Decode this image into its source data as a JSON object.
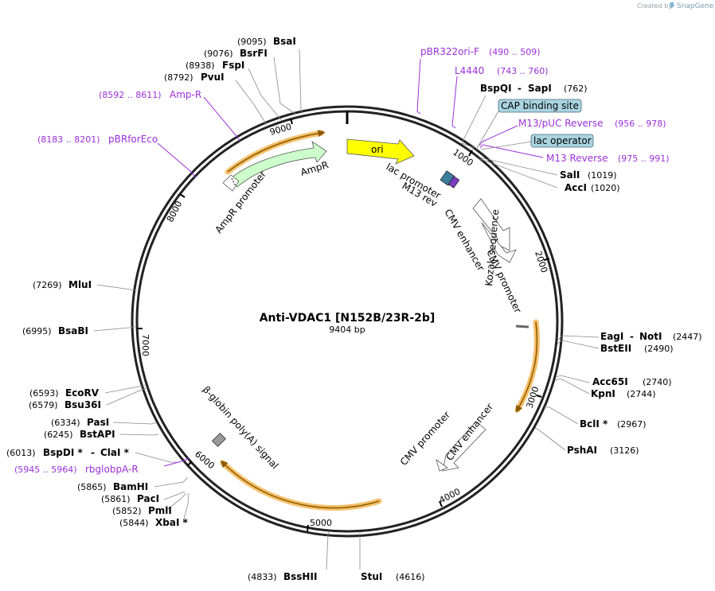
{
  "credit": {
    "prefix": "Created by",
    "brand": "SnapGene"
  },
  "plasmid": {
    "name": "Anti-VDAC1  [N152B/23R-2b]",
    "size": "9404 bp"
  },
  "ticks": [
    "1000",
    "2000",
    "3000",
    "4000",
    "5000",
    "6000",
    "7000",
    "8000",
    "9000"
  ],
  "sites": [
    {
      "name": "BsaI",
      "pos": "(9095)"
    },
    {
      "name": "BsrFI",
      "pos": "(9076)"
    },
    {
      "name": "FspI",
      "pos": "(8938)"
    },
    {
      "name": "PvuI",
      "pos": "(8792)"
    },
    {
      "name": "BspQI",
      "name2": "SapI",
      "pos": "(762)"
    },
    {
      "name": "SalI",
      "pos": "(1019)"
    },
    {
      "name": "AccI",
      "pos": "(1020)"
    },
    {
      "name": "EagI",
      "name2": "NotI",
      "pos": "(2447)"
    },
    {
      "name": "BstEII",
      "pos": "(2490)"
    },
    {
      "name": "Acc65I",
      "pos": "(2740)"
    },
    {
      "name": "KpnI",
      "pos": "(2744)"
    },
    {
      "name": "BclI *",
      "pos": "(2967)"
    },
    {
      "name": "PshAI",
      "pos": "(3126)"
    },
    {
      "name": "StuI",
      "pos": "(4616)"
    },
    {
      "name": "BssHII",
      "pos": "(4833)"
    },
    {
      "name": "XbaI *",
      "pos": "(5844)"
    },
    {
      "name": "PmlI",
      "pos": "(5852)"
    },
    {
      "name": "PacI",
      "pos": "(5861)"
    },
    {
      "name": "BamHI",
      "pos": "(5865)"
    },
    {
      "name": "BspDI *",
      "name2": "ClaI *",
      "pos": "(6013)"
    },
    {
      "name": "BstAPI",
      "pos": "(6245)"
    },
    {
      "name": "PasI",
      "pos": "(6334)"
    },
    {
      "name": "Bsu36I",
      "pos": "(6579)"
    },
    {
      "name": "EcoRV",
      "pos": "(6593)"
    },
    {
      "name": "BsaBI",
      "pos": "(6995)"
    },
    {
      "name": "MluI",
      "pos": "(7269)"
    }
  ],
  "primers": [
    {
      "name": "pBR322ori-F",
      "pos": "(490 .. 509)"
    },
    {
      "name": "L4440",
      "pos": "(743 .. 760)"
    },
    {
      "name": "M13/pUC Reverse",
      "pos": "(956 .. 978)"
    },
    {
      "name": "M13 Reverse",
      "pos": "(975 .. 991)"
    },
    {
      "name": "Amp-R",
      "pos": "(8592 .. 8611)"
    },
    {
      "name": "pBRforEco",
      "pos": "(8183 .. 8201)"
    },
    {
      "name": "rbglobpA-R",
      "pos": "(5945 .. 5964)"
    }
  ],
  "boxed": [
    "CAP binding site",
    "lac operator"
  ],
  "features": {
    "ori": "ori",
    "ampr": "AmpR",
    "ampr_promoter": "AmpR promoter",
    "lac_promoter": "lac promoter",
    "m13_rev": "M13 rev",
    "cmv_enhancer_1": "CMV enhancer",
    "cmv_promoter_1": "CMV promoter",
    "kozak": "Kozak sequence",
    "cmv_enhancer_2": "CMV enhancer",
    "cmv_promoter_2": "CMV promoter",
    "polya": "β-globin poly(A) signal"
  },
  "colors": {
    "ori": "#ffff00",
    "ampr": "#ccffcc",
    "primer": "#9b30d9",
    "orf": "#f5c06a",
    "boxed": "#a9d4e0"
  }
}
